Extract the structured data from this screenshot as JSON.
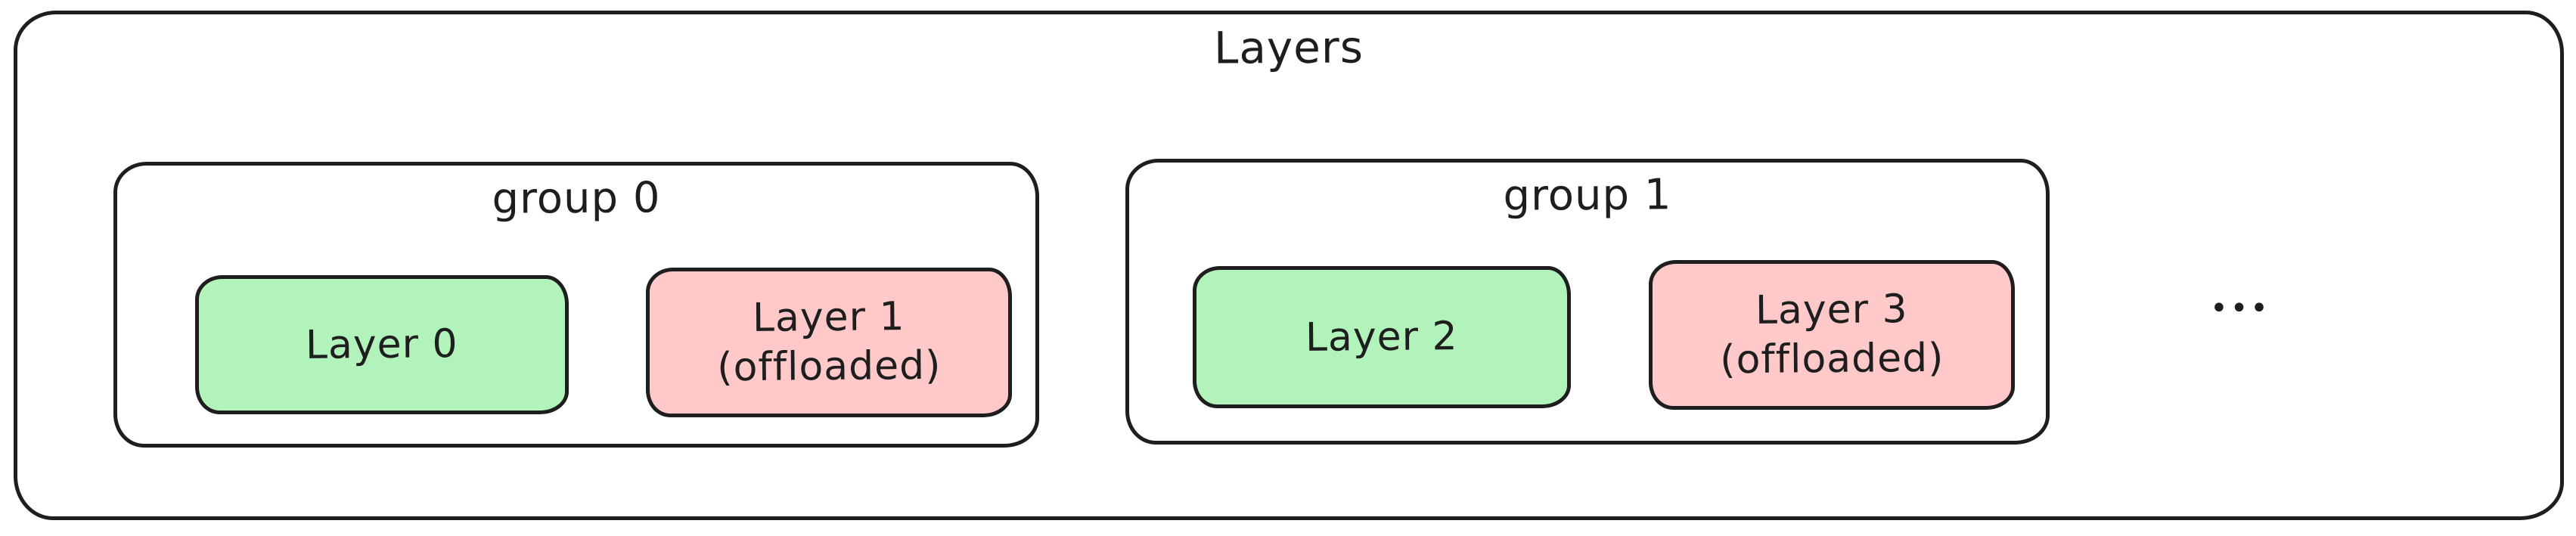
{
  "diagram": {
    "title": "Layers",
    "ellipsis": "•••",
    "colors": {
      "active_fill": "#b2f2bb",
      "offloaded_fill": "#ffc9c9",
      "stroke": "#1e1e1e",
      "background": "#ffffff"
    },
    "groups": [
      {
        "label": "group 0",
        "layers": [
          {
            "label": "Layer 0",
            "status": "active"
          },
          {
            "label": "Layer 1\n(offloaded)",
            "status": "offloaded"
          }
        ]
      },
      {
        "label": "group 1",
        "layers": [
          {
            "label": "Layer 2",
            "status": "active"
          },
          {
            "label": "Layer 3\n(offloaded)",
            "status": "offloaded"
          }
        ]
      }
    ]
  }
}
